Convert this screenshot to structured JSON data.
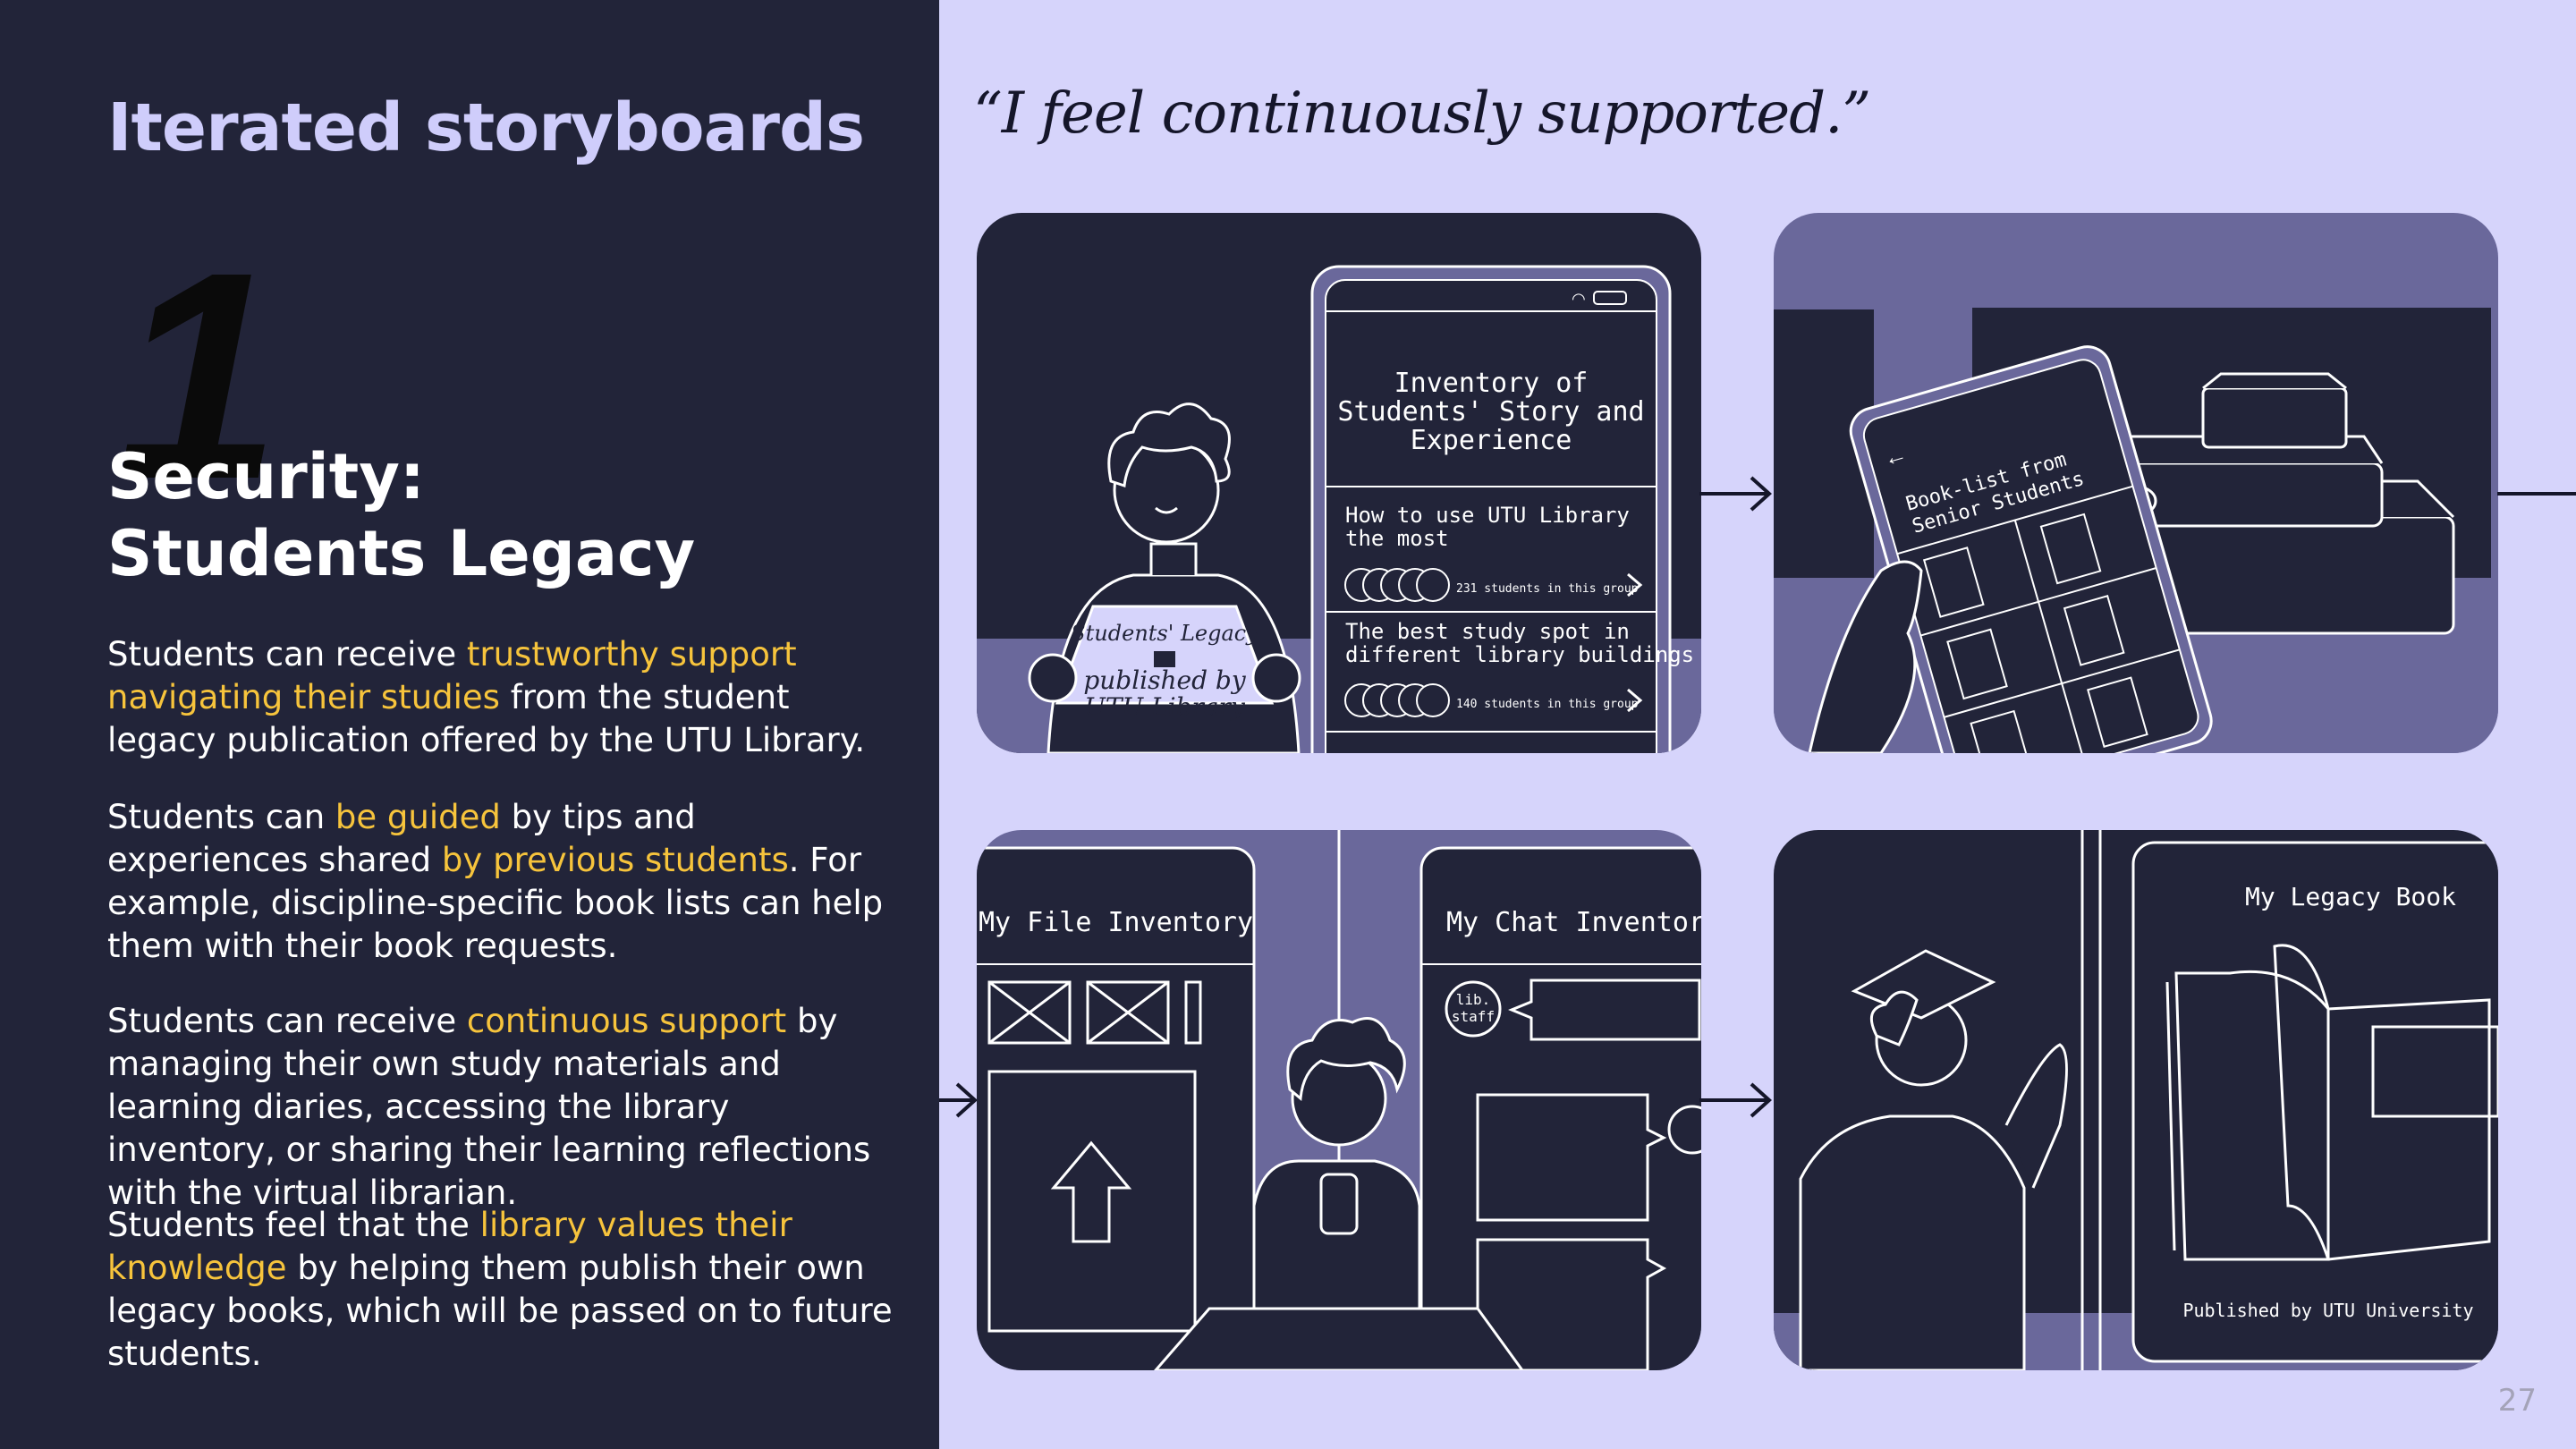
{
  "slide": {
    "title": "Iterated storyboards",
    "number": "1",
    "section_title_line1": "Security:",
    "section_title_line2": "Students Legacy",
    "page_number": "27"
  },
  "paragraphs": [
    {
      "p1": "Students can receive ",
      "h1": "trustworthy support navigating their studies",
      "p2": " from the student legacy publication offered by the UTU Library."
    },
    {
      "p1": "Students can ",
      "h1": "be guided",
      "p2": " by tips and experiences shared ",
      "h2": "by previous students",
      "p3": ". For example, discipline-specific book lists can help them with their book requests."
    },
    {
      "p1": "Students can receive ",
      "h1": "continuous support",
      "p2": " by managing their own study materials and learning diaries, accessing the library inventory, or sharing their learning reflections with the virtual librarian."
    },
    {
      "p1": "Students feel that the ",
      "h1": "library values their knowledge",
      "p2": " by helping them publish their own legacy books, which will be passed on to future students."
    }
  ],
  "quote": "“I feel continuously supported.”",
  "storyboard": {
    "panel1": {
      "sign_line1": "Students' Legacy",
      "sign_line2": "published by",
      "sign_line3": "UTU Library",
      "phone_title1": "Inventory of",
      "phone_title2": "Students' Story and",
      "phone_title3": "Experience",
      "item1_line1": "How to use UTU Library",
      "item1_line2": "the most",
      "item1_count": "231 students in this group",
      "item2_line1": "The best study spot in",
      "item2_line2": "different library buildings",
      "item2_count": "140 students in this group"
    },
    "panel2": {
      "phone_title1": "Book-list from",
      "phone_title2": "Senior Students"
    },
    "panel3": {
      "left_title": "My File Inventory",
      "right_title": "My Chat Inventory",
      "staff_badge1": "lib.",
      "staff_badge2": "staff"
    },
    "panel4": {
      "book_title": "My Legacy Book",
      "book_footer": "Published by UTU University"
    }
  },
  "colors": {
    "dark_navy": "#222439",
    "lavender": "#d6d4fb",
    "purple_mid": "#6a689b",
    "highlight_yellow": "#f7c43c"
  }
}
